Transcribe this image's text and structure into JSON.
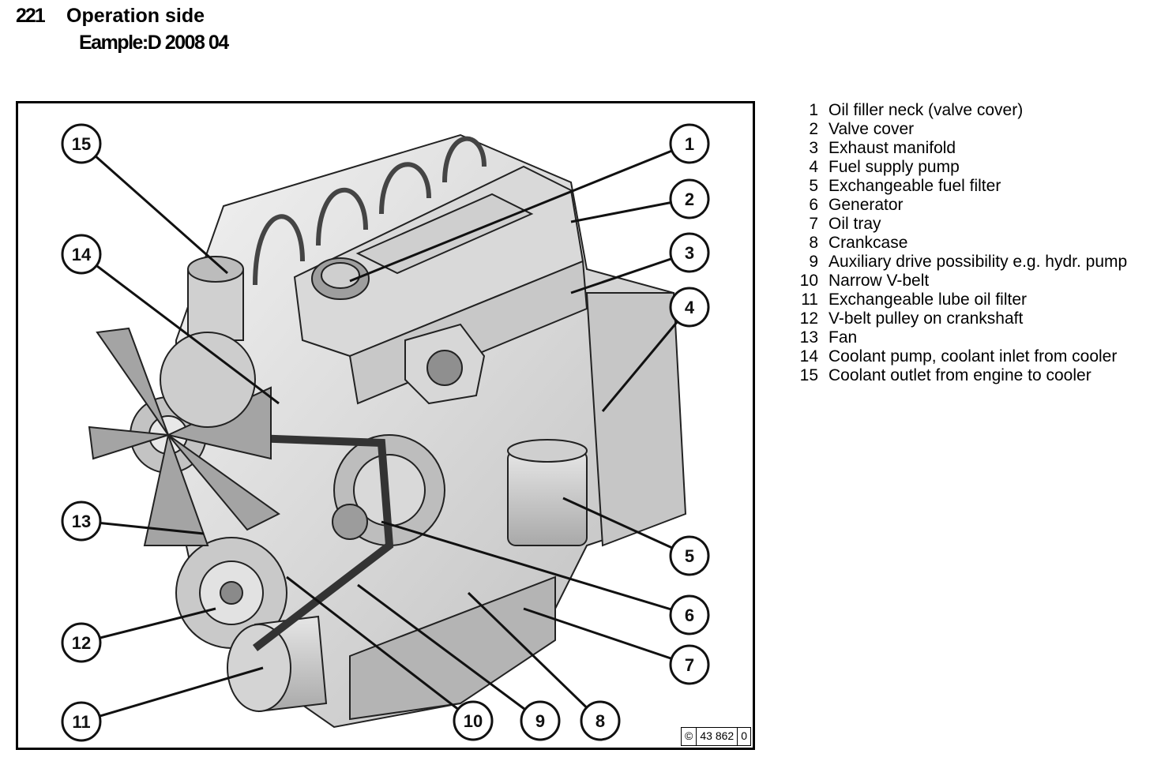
{
  "header": {
    "section_number": "221",
    "title": "Operation side",
    "subtitle": "Eample:D 2008 04"
  },
  "figure": {
    "callouts": [
      "15",
      "14",
      "13",
      "12",
      "11",
      "1",
      "2",
      "3",
      "4",
      "5",
      "6",
      "7",
      "10",
      "9",
      "8"
    ],
    "copyright_symbol": "©",
    "figure_id": "43 862",
    "figure_rev": "0"
  },
  "legend": [
    {
      "num": "1",
      "text": "Oil filler neck (valve cover)"
    },
    {
      "num": "2",
      "text": "Valve  cover"
    },
    {
      "num": "3",
      "text": "Exhaust manifold"
    },
    {
      "num": "4",
      "text": "Fuel supply pump"
    },
    {
      "num": "5",
      "text": "Exchangeable  fuel  filter"
    },
    {
      "num": "6",
      "text": "Generator"
    },
    {
      "num": "7",
      "text": "Oil tray"
    },
    {
      "num": "8",
      "text": "Crankcase"
    },
    {
      "num": "9",
      "text": "Auxiliary drive possibility  e.g. hydr. pump"
    },
    {
      "num": "10",
      "text": "Narrow  V-belt"
    },
    {
      "num": "11",
      "text": "Exchangeable lube oil filter"
    },
    {
      "num": "12",
      "text": "V-belt  pulley  on  crankshaft"
    },
    {
      "num": "13",
      "text": "Fan"
    },
    {
      "num": "14",
      "text": "Coolant pump, coolant inlet from cooler"
    },
    {
      "num": "15",
      "text": "Coolant outlet from engine to cooler"
    }
  ]
}
